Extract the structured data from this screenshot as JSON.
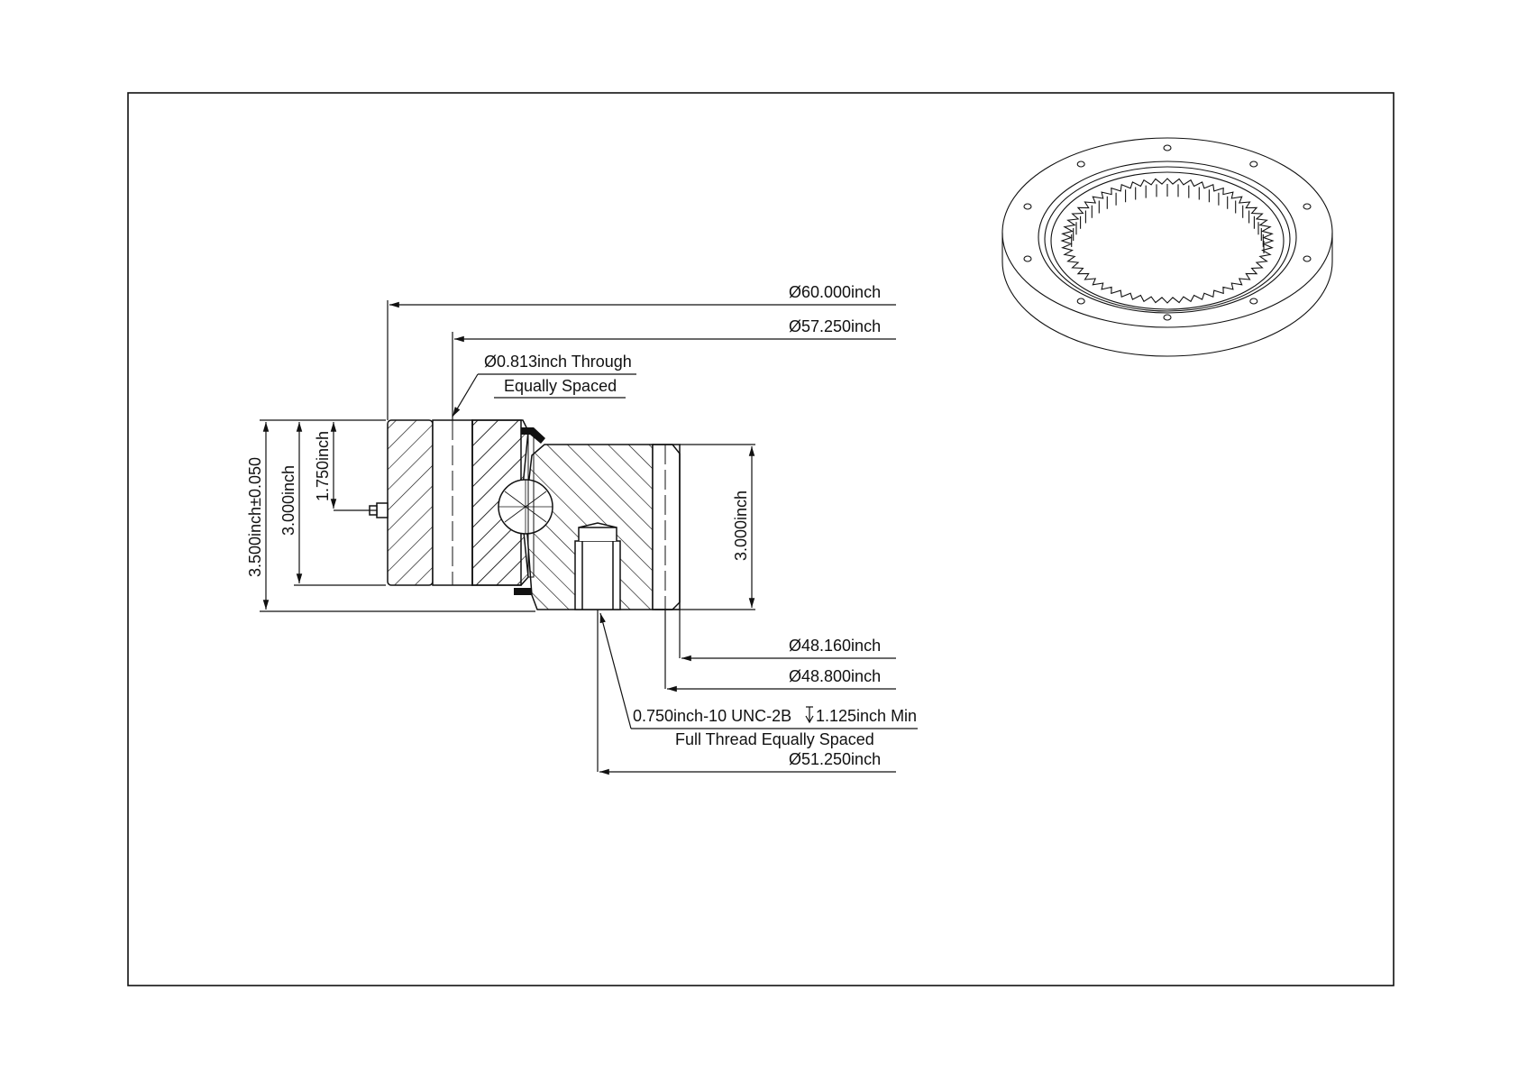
{
  "dimensions": {
    "outer_diameter": "Ø60.000inch",
    "bolt_circle_outer": "Ø57.250inch",
    "through_hole_line1": "Ø0.813inch Through",
    "through_hole_line2": "Equally Spaced",
    "total_height": "3.500inch±0.050",
    "outer_ring_height": "3.000inch",
    "lube_height": "1.750inch",
    "inner_ring_height": "3.000inch",
    "gear_root_diameter": "Ø48.160inch",
    "gear_pitch_diameter": "Ø48.800inch",
    "thread_spec": "0.750inch-10 UNC-2B",
    "thread_depth": "1.125inch Min",
    "thread_note": "Full Thread Equally Spaced",
    "bolt_circle_inner": "Ø51.250inch"
  },
  "colors": {
    "line": "#111111",
    "seal": "#111111",
    "background": "#ffffff"
  },
  "icons": {
    "depth_symbol": "depth-icon"
  }
}
